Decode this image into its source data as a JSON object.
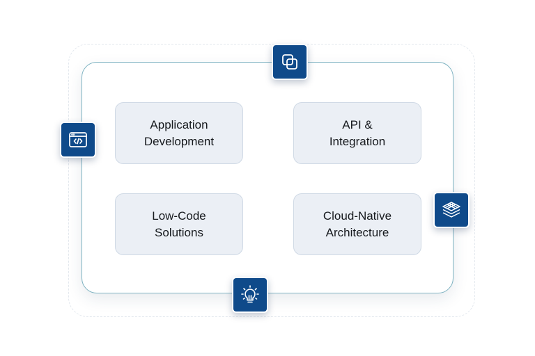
{
  "cards": [
    {
      "label": "Application\nDevelopment"
    },
    {
      "label": "API &\nIntegration"
    },
    {
      "label": "Low-Code\nSolutions"
    },
    {
      "label": "Cloud-Native\nArchitecture"
    }
  ],
  "badges": [
    {
      "icon": "duplicate-squares-icon"
    },
    {
      "icon": "code-window-icon"
    },
    {
      "icon": "layers-stack-icon"
    },
    {
      "icon": "lightbulb-icon"
    }
  ],
  "colors": {
    "badge": "#0f4a8a",
    "card_bg": "#ebeff5",
    "panel_border": "#7fb3c2"
  }
}
